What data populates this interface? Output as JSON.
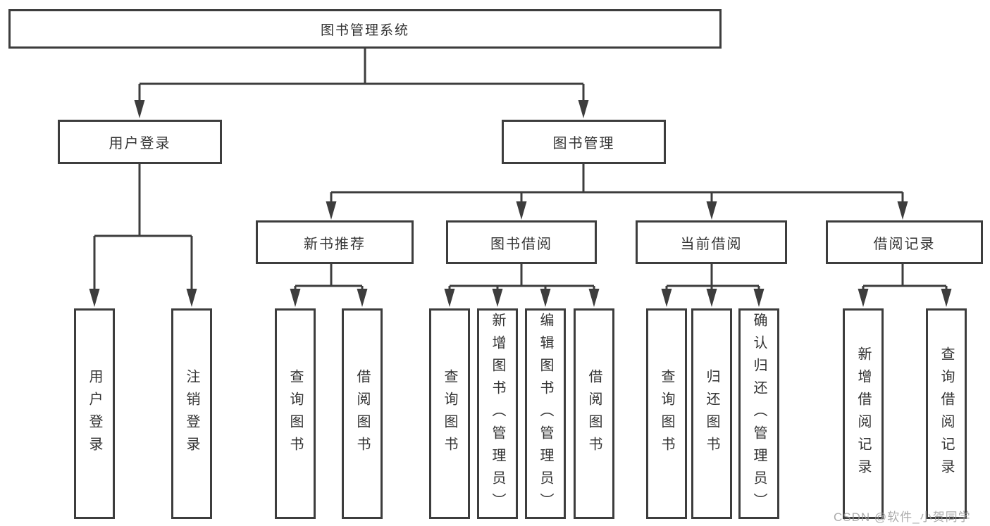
{
  "tree": {
    "label": "图书管理系统",
    "children": [
      {
        "label": "用户登录",
        "children": [
          {
            "label": "用户登录"
          },
          {
            "label": "注销登录"
          }
        ]
      },
      {
        "label": "图书管理",
        "children": [
          {
            "label": "新书推荐",
            "children": [
              {
                "label": "查询图书"
              },
              {
                "label": "借阅图书"
              }
            ]
          },
          {
            "label": "图书借阅",
            "children": [
              {
                "label": "查询图书"
              },
              {
                "label": "新增图书（管理员）"
              },
              {
                "label": "编辑图书（管理员）"
              },
              {
                "label": "借阅图书"
              }
            ]
          },
          {
            "label": "当前借阅",
            "children": [
              {
                "label": "查询图书"
              },
              {
                "label": "归还图书"
              },
              {
                "label": "确认归还（管理员）"
              }
            ]
          },
          {
            "label": "借阅记录",
            "children": [
              {
                "label": "新增借阅记录"
              },
              {
                "label": "查询借阅记录"
              }
            ]
          }
        ]
      }
    ]
  },
  "watermark": {
    "text": "CSDN @软件_小贺同学"
  },
  "colors": {
    "line": "#3d3d3d",
    "box_border": "#3d3d3d",
    "text": "#333333",
    "watermark": "#9d9d9d",
    "background": "#ffffff"
  }
}
